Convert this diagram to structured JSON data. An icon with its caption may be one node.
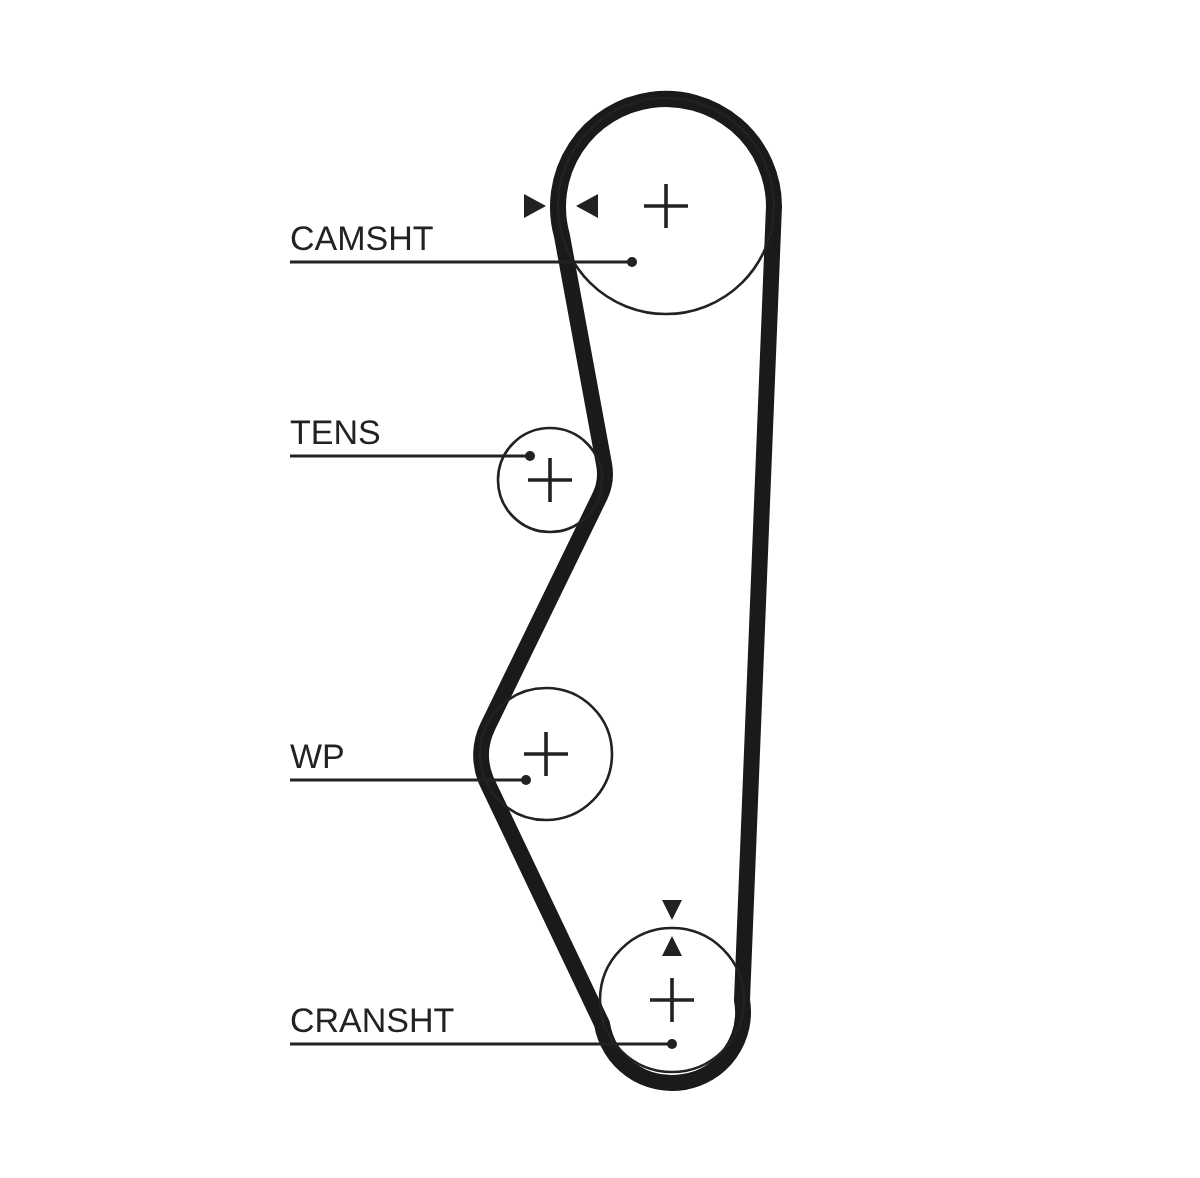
{
  "diagram": {
    "nodes": [
      {
        "text": [
          "CAMSHT"
        ]
      },
      {
        "text": [],
        "shape": "circle"
      },
      {
        "text": [
          "TENS"
        ]
      },
      {
        "text": [],
        "shape": "circle"
      },
      {
        "text": [
          "WP"
        ]
      },
      {
        "text": [],
        "shape": "circle"
      },
      {
        "text": [
          "CRANSHT"
        ]
      },
      {
        "text": [],
        "shape": "circle"
      }
    ],
    "edges": [
      {
        "from": 0,
        "to": 1,
        "arrow": "other"
      },
      {
        "from": 2,
        "to": 3,
        "arrow": "other"
      },
      {
        "from": 4,
        "to": 5,
        "arrow": "other"
      },
      {
        "from": 6,
        "to": 7,
        "arrow": "other"
      }
    ]
  }
}
